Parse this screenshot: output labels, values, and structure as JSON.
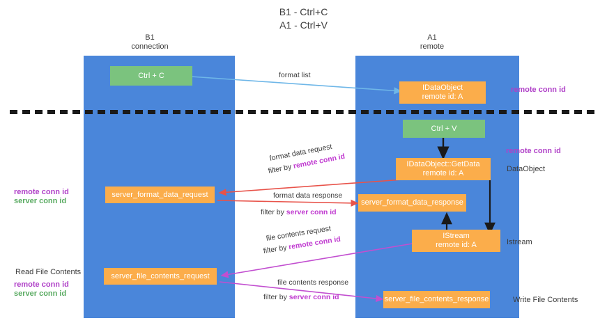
{
  "title": {
    "line1": "B1 - Ctrl+C",
    "line2": "A1 - Ctrl+V"
  },
  "lanes": [
    {
      "id": "b1",
      "name": "B1",
      "role": "connection"
    },
    {
      "id": "a1",
      "name": "A1",
      "role": "remote"
    }
  ],
  "nodes": {
    "ctrl_c": {
      "label": "Ctrl + C",
      "color": "#7bc37e"
    },
    "idataobject": {
      "line1": "IDataObject",
      "line2": "remote id: A",
      "color": "#fbad4b"
    },
    "ctrl_v": {
      "label": "Ctrl + V",
      "color": "#7bc37e"
    },
    "getdata": {
      "line1": "IDataObject::GetData",
      "line2": "remote id: A",
      "color": "#fbad4b"
    },
    "format_request": {
      "label": "server_format_data_request",
      "color": "#fbad4b"
    },
    "format_response": {
      "label": "server_format_data_response",
      "color": "#fbad4b"
    },
    "istream": {
      "line1": "IStream",
      "line2": "remote id: A",
      "color": "#fbad4b"
    },
    "file_request": {
      "label": "server_file_contents_request",
      "color": "#fbad4b"
    },
    "file_response": {
      "label": "server_file_contents_response",
      "color": "#fbad4b"
    }
  },
  "right_labels": {
    "remote_conn_id_1": "remote conn id",
    "remote_conn_id_2": "remote conn id",
    "dataobject": "DataObject",
    "istream": "Istream",
    "write_file_contents": "Write File Contents"
  },
  "left_labels": {
    "remote_conn_id_1": "remote conn id",
    "server_conn_id_1": "server conn id",
    "read_file_contents": "Read File Contents",
    "remote_conn_id_2": "remote conn id",
    "server_conn_id_2": "server conn id"
  },
  "edges": {
    "format_list": "format list",
    "format_data_request": "format data request",
    "format_data_request_filter_prefix": "filter by ",
    "format_data_request_filter_key": "remote conn id",
    "format_data_response": "format data response",
    "format_data_response_filter_prefix": "filter by ",
    "format_data_response_filter_key": "server conn id",
    "file_contents_request": "file contents request",
    "file_contents_request_filter_prefix": "filter by ",
    "file_contents_request_filter_key": "remote conn id",
    "file_contents_response": "file contents response",
    "file_contents_response_filter_prefix": "filter by ",
    "file_contents_response_filter_key": "server conn id"
  },
  "colors": {
    "lane": "#4a86da",
    "green_node": "#7bc37e",
    "orange_node": "#fbad4b",
    "purple": "#b041c8",
    "green_text": "#5aab62",
    "red_arrow": "#e8534a",
    "magenta_arrow": "#c24fd0",
    "blue_arrow": "#6fb7e8",
    "dark_arrow": "#1a1a1a",
    "divider": "#1a1a1a"
  }
}
